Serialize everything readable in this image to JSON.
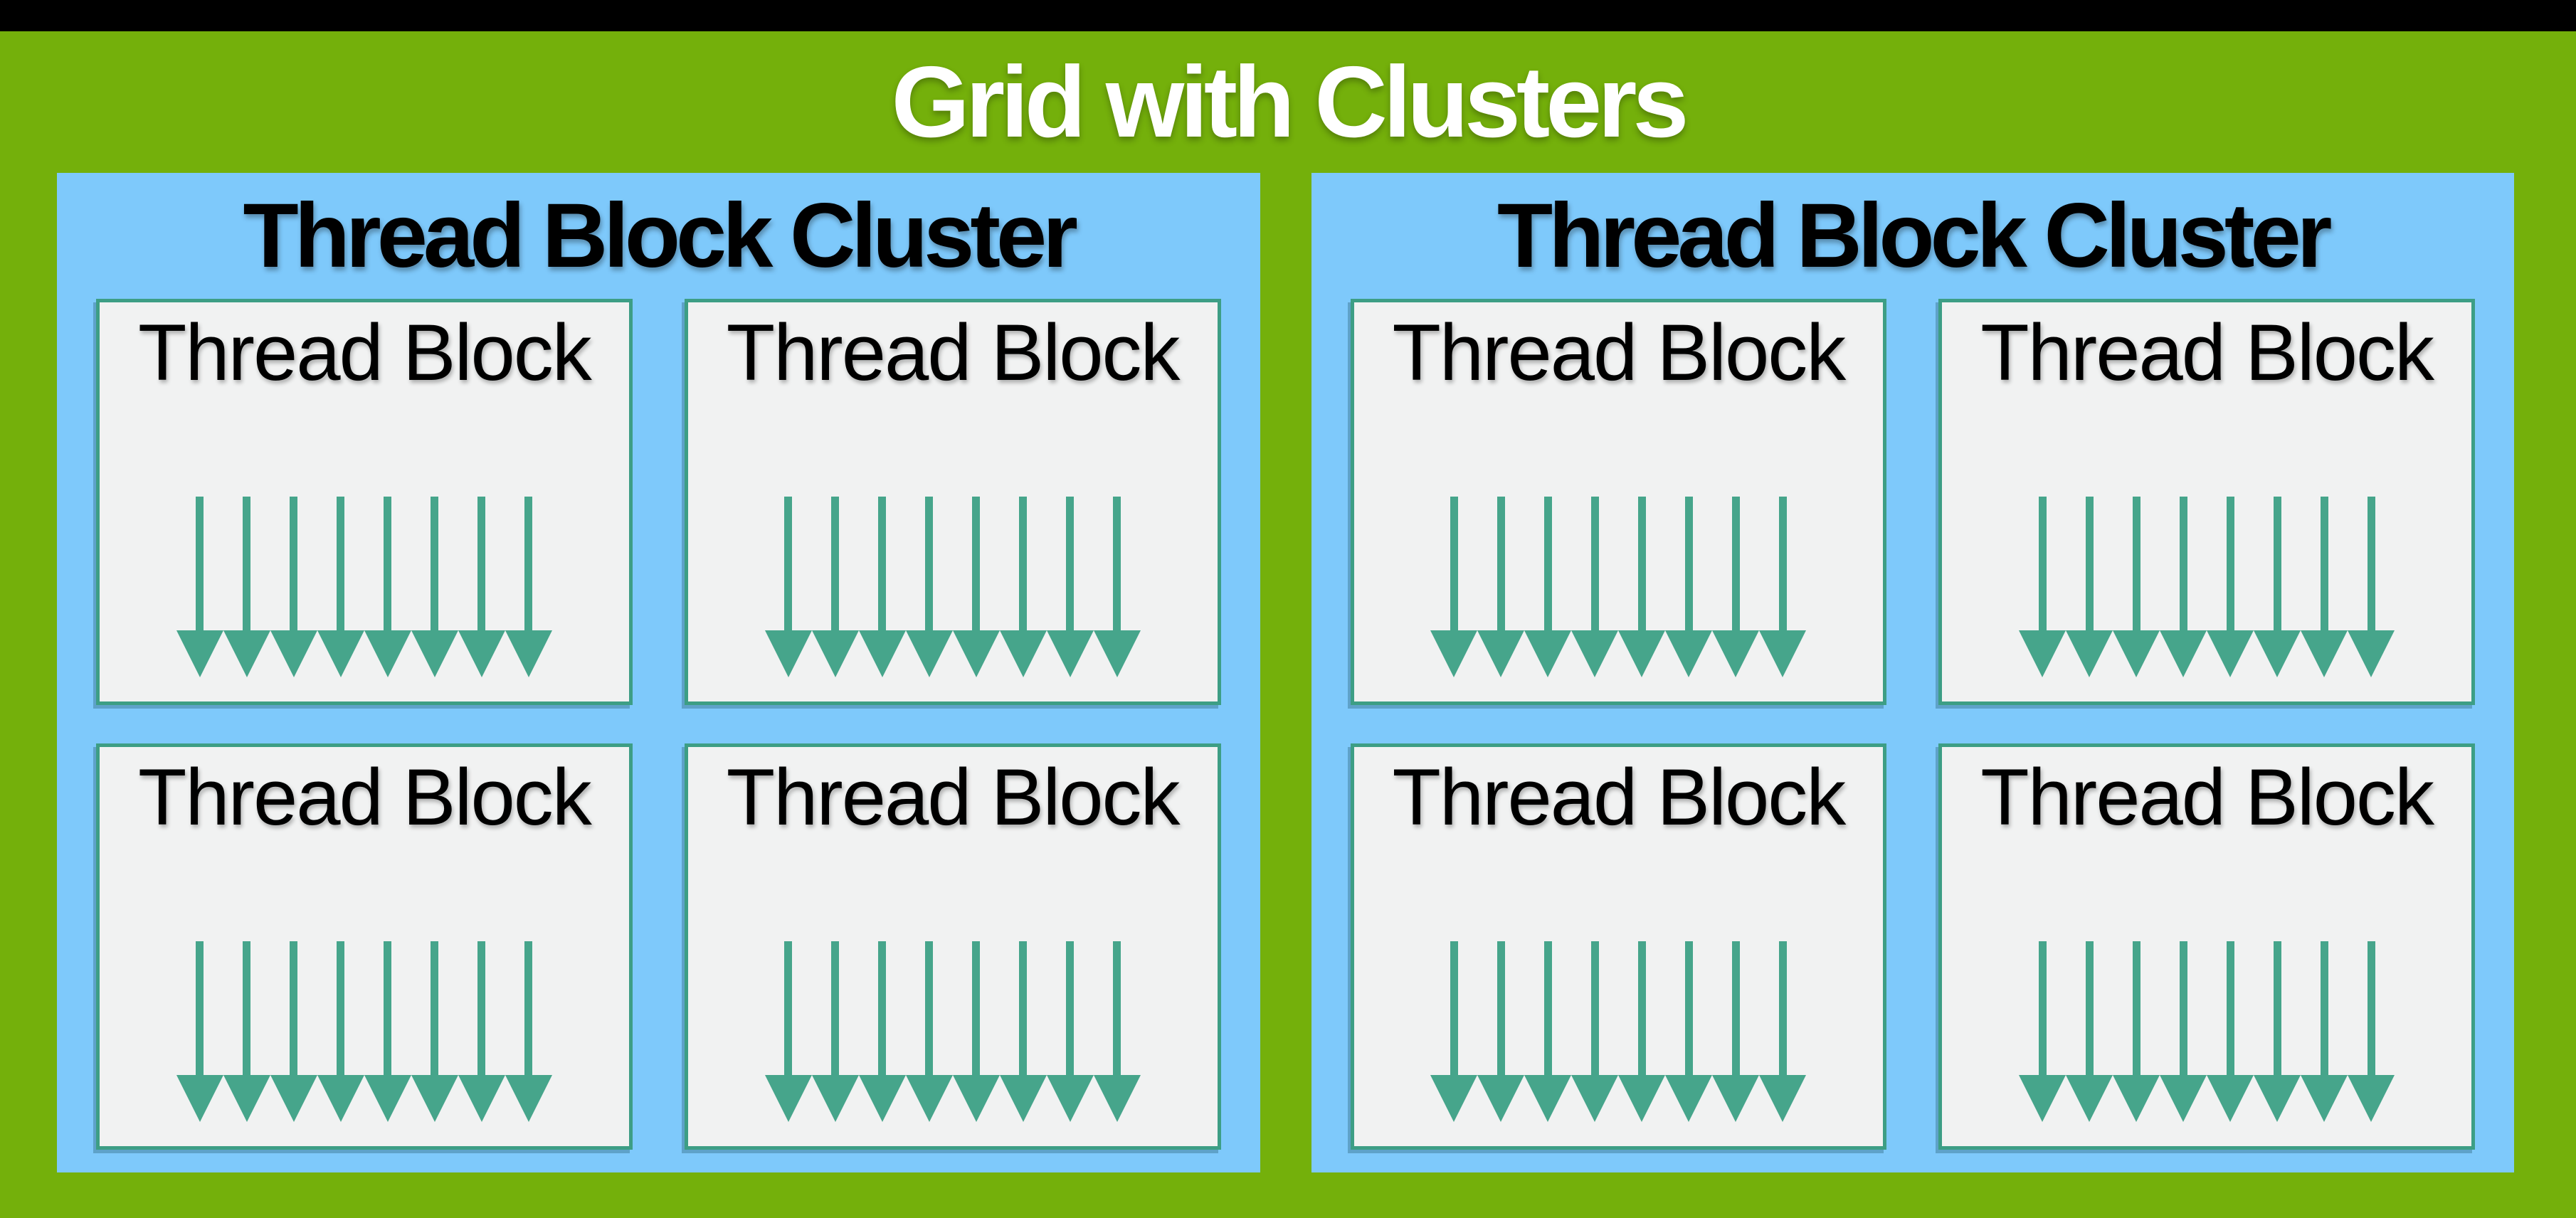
{
  "title": "Grid with Clusters",
  "arrows_per_block": 8,
  "colors": {
    "background_green": "#74B00B",
    "cluster_blue": "#7EC9FB",
    "arrow_teal": "#46A58B",
    "block_border_teal": "#3D9E85",
    "block_fill": "#F1F2F2",
    "letterbox_black": "#000000",
    "title_text": "#FFFFFF",
    "body_text": "#000000"
  },
  "clusters": [
    {
      "title": "Thread Block Cluster",
      "blocks": [
        {
          "label": "Thread Block"
        },
        {
          "label": "Thread Block"
        },
        {
          "label": "Thread Block"
        },
        {
          "label": "Thread Block"
        }
      ]
    },
    {
      "title": "Thread Block Cluster",
      "blocks": [
        {
          "label": "Thread Block"
        },
        {
          "label": "Thread Block"
        },
        {
          "label": "Thread Block"
        },
        {
          "label": "Thread Block"
        }
      ]
    }
  ]
}
